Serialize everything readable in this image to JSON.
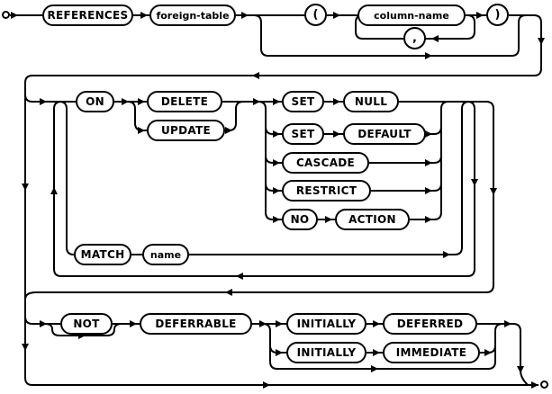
{
  "diagram": {
    "kind": "railroad-syntax-diagram",
    "colors": {
      "line": "#000000",
      "background": "#ffffff",
      "node_fill": "#ffffff"
    },
    "nodes": {
      "references": {
        "label": "REFERENCES",
        "kind": "keyword"
      },
      "foreign_table": {
        "label": "foreign-table",
        "kind": "nonterminal"
      },
      "open_paren": {
        "label": "(",
        "kind": "punctuation"
      },
      "column_name": {
        "label": "column-name",
        "kind": "nonterminal"
      },
      "comma": {
        "label": ",",
        "kind": "punctuation"
      },
      "close_paren": {
        "label": ")",
        "kind": "punctuation"
      },
      "on": {
        "label": "ON",
        "kind": "keyword"
      },
      "delete": {
        "label": "DELETE",
        "kind": "keyword"
      },
      "update": {
        "label": "UPDATE",
        "kind": "keyword"
      },
      "set_1": {
        "label": "SET",
        "kind": "keyword"
      },
      "null": {
        "label": "NULL",
        "kind": "keyword"
      },
      "set_2": {
        "label": "SET",
        "kind": "keyword"
      },
      "default": {
        "label": "DEFAULT",
        "kind": "keyword"
      },
      "cascade": {
        "label": "CASCADE",
        "kind": "keyword"
      },
      "restrict": {
        "label": "RESTRICT",
        "kind": "keyword"
      },
      "no": {
        "label": "NO",
        "kind": "keyword"
      },
      "action": {
        "label": "ACTION",
        "kind": "keyword"
      },
      "match": {
        "label": "MATCH",
        "kind": "keyword"
      },
      "name": {
        "label": "name",
        "kind": "nonterminal"
      },
      "not": {
        "label": "NOT",
        "kind": "keyword"
      },
      "deferrable": {
        "label": "DEFERRABLE",
        "kind": "keyword"
      },
      "initially_1": {
        "label": "INITIALLY",
        "kind": "keyword"
      },
      "deferred": {
        "label": "DEFERRED",
        "kind": "keyword"
      },
      "initially_2": {
        "label": "INITIALLY",
        "kind": "keyword"
      },
      "immediate": {
        "label": "IMMEDIATE",
        "kind": "keyword"
      }
    }
  }
}
